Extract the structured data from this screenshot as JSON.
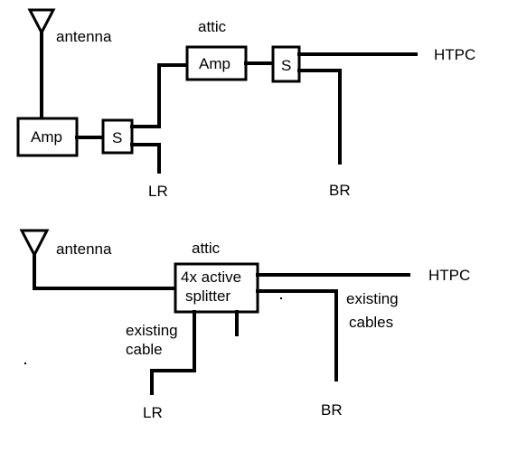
{
  "diagram_top": {
    "antenna_label": "antenna",
    "attic_label": "attic",
    "amp_lower_label": "Amp",
    "splitter_lower_label": "S",
    "amp_attic_label": "Amp",
    "splitter_attic_label": "S",
    "htpc_label": "HTPC",
    "lr_label": "LR",
    "br_label": "BR"
  },
  "diagram_bottom": {
    "antenna_label": "antenna",
    "attic_label": "attic",
    "splitter_line1": "4x active",
    "splitter_line2": "splitter",
    "htpc_label": "HTPC",
    "existing_cable_line1": "existing",
    "existing_cable_line2": "cable",
    "existing_cables_line1": "existing",
    "existing_cables_line2": "cables",
    "lr_label": "LR",
    "br_label": "BR"
  }
}
